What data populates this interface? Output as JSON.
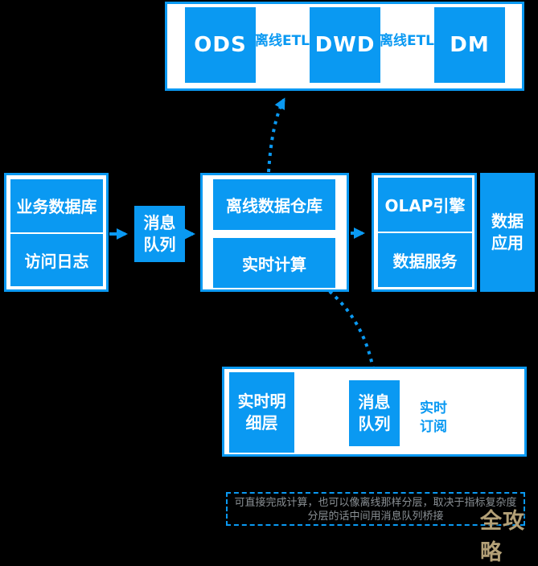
{
  "colors": {
    "accent": "#0a99f2",
    "background": "#000000",
    "box_text": "#ffffff",
    "note_text": "#8a9095",
    "watermark": "#b3a077"
  },
  "offline_pipeline": {
    "nodes": [
      {
        "label": "ODS"
      },
      {
        "label": "DWD"
      },
      {
        "label": "DM"
      }
    ],
    "edges": [
      {
        "label": "离线ETL"
      },
      {
        "label": "离线ETL"
      }
    ]
  },
  "main_flow": {
    "sources": {
      "top": "业务数据库",
      "bottom": "访问日志"
    },
    "message_queue": {
      "line1": "消息",
      "line2": "队列"
    },
    "processing": {
      "offline": "离线数据仓库",
      "realtime": "实时计算"
    },
    "serving": {
      "top": "OLAP引擎",
      "bottom": "数据服务"
    },
    "application": {
      "line1": "数据",
      "line2": "应用"
    }
  },
  "realtime_detail": {
    "detail_layer": {
      "line1": "实时明",
      "line2": "细层"
    },
    "message_queue": {
      "line1": "消息",
      "line2": "队列"
    },
    "subscription": {
      "line1": "实时",
      "line2": "订阅"
    }
  },
  "note": {
    "line1": "可直接完成计算，也可以像离线那样分层，取决于指标复杂度",
    "line2": "分层的话中间用消息队列桥接"
  },
  "watermark": "全攻略"
}
